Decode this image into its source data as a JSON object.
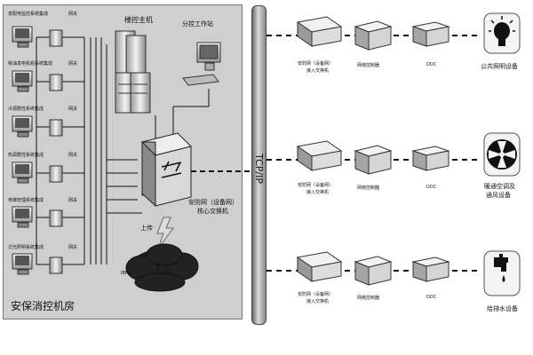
{
  "control_room": {
    "title": "安保消控机房",
    "subsystems": [
      {
        "label": "变配电监控系统集成",
        "gateway": "网关"
      },
      {
        "label": "柴油发电机组系统集成",
        "gateway": "网关"
      },
      {
        "label": "冷源群控系统集成",
        "gateway": "网关"
      },
      {
        "label": "热源群控系统集成",
        "gateway": "网关"
      },
      {
        "label": "电梯管理系统集成",
        "gateway": "网关"
      },
      {
        "label": "泛光照明系统集成",
        "gateway": "网关"
      }
    ],
    "host_label": "楼控主机",
    "workstation_label": "分控工作站",
    "core_switch_label": [
      "安防网（设备网）",
      "核心交换机"
    ],
    "upload_label": "上传",
    "cloud_label": "IBMS"
  },
  "backbone_label": "TCP/IP",
  "branches": [
    {
      "access_switch": [
        "安防网（设备网）",
        "接入交换机"
      ],
      "controller": "网络控制器",
      "ddc": "DDC",
      "device": [
        "公共照明设备"
      ],
      "icon": "bulb-icon"
    },
    {
      "access_switch": [
        "安防网（设备网）",
        "接入交换机"
      ],
      "controller": "网络控制器",
      "ddc": "DDC",
      "device": [
        "暖通空调及",
        "通风设备"
      ],
      "icon": "fan-icon"
    },
    {
      "access_switch": [
        "安防网（设备网）",
        "接入交换机"
      ],
      "controller": "网络控制器",
      "ddc": "DDC",
      "device": [
        "给排水设备"
      ],
      "icon": "faucet-icon"
    }
  ]
}
